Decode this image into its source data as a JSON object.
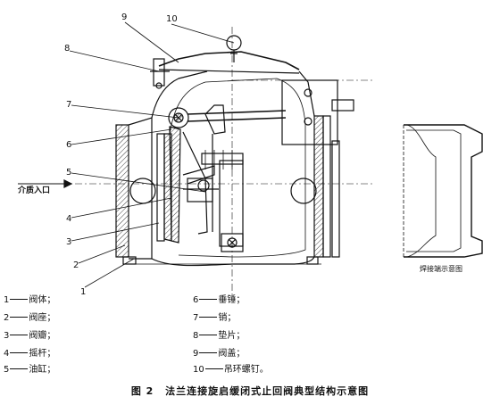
{
  "callouts": [
    "1",
    "2",
    "3",
    "4",
    "5",
    "6",
    "7",
    "8",
    "9",
    "10"
  ],
  "inlet_label": "介质入口",
  "weld_view_label": "焊接端示意图",
  "legend_left": [
    {
      "num": "1",
      "name": "阀体；"
    },
    {
      "num": "2",
      "name": "阀座；"
    },
    {
      "num": "3",
      "name": "阀瓣；"
    },
    {
      "num": "4",
      "name": "摇杆；"
    },
    {
      "num": "5",
      "name": "油缸；"
    }
  ],
  "legend_right": [
    {
      "num": "6",
      "name": "垂锤；"
    },
    {
      "num": "7",
      "name": "销；"
    },
    {
      "num": "8",
      "name": "垫片；"
    },
    {
      "num": "9",
      "name": "阀盖；"
    },
    {
      "num": "10",
      "name": "吊环螺钉。"
    }
  ],
  "caption": {
    "figure": "图 2",
    "title": "法兰连接旋启缓闭式止回阀典型结构示意图"
  }
}
